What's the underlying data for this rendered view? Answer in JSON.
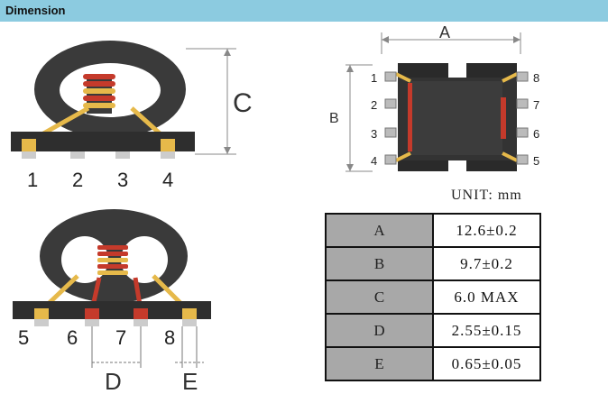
{
  "header": {
    "title": "Dimension"
  },
  "pins_top": [
    "1",
    "2",
    "3",
    "4"
  ],
  "pins_bottom": [
    "5",
    "6",
    "7",
    "8"
  ],
  "pins_left": [
    "1",
    "2",
    "3",
    "4"
  ],
  "pins_right": [
    "8",
    "7",
    "6",
    "5"
  ],
  "dim_labels": {
    "a": "A",
    "b": "B",
    "c": "C",
    "d": "D",
    "e": "E"
  },
  "unit": "UNIT: mm",
  "table": {
    "rows": [
      {
        "key": "A",
        "value": "12.6±0.2"
      },
      {
        "key": "B",
        "value": "9.7±0.2"
      },
      {
        "key": "C",
        "value": "6.0 MAX"
      },
      {
        "key": "D",
        "value": "2.55±0.15"
      },
      {
        "key": "E",
        "value": "0.65±0.05"
      }
    ]
  },
  "colors": {
    "header": "#8ccbe0",
    "core": "#333333",
    "winding": "#c53a2b",
    "lead": "#e6b94a"
  }
}
